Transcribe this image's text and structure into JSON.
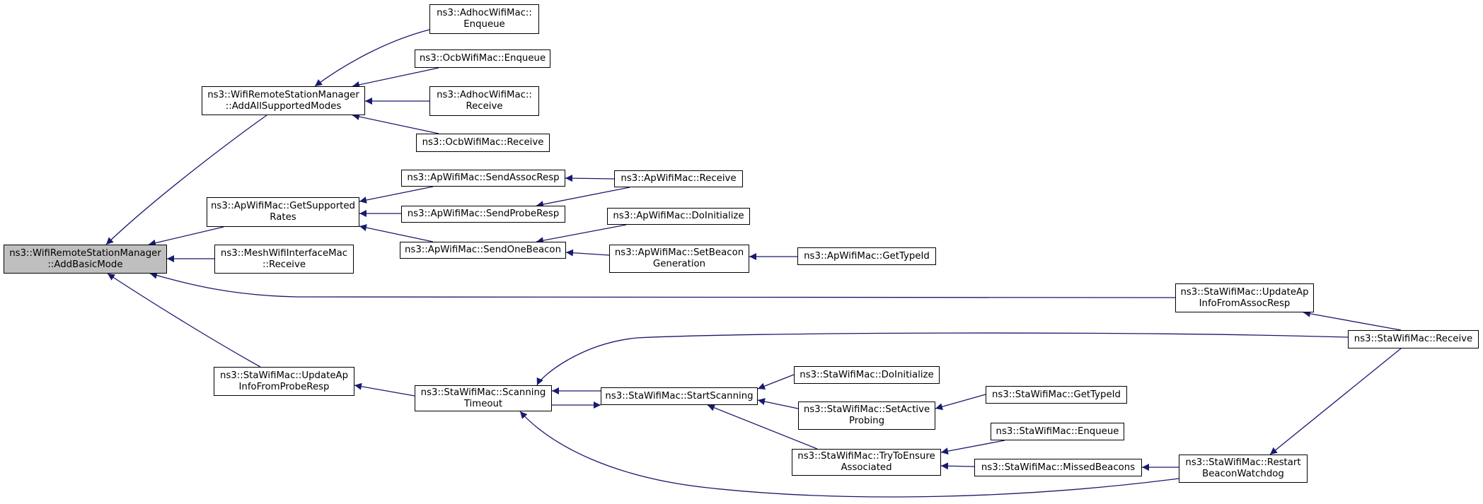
{
  "diagram": {
    "type": "caller-graph",
    "colors": {
      "edge": "#191970",
      "node_border": "#000000",
      "node_fill": "#ffffff",
      "root_fill": "#bfbfbf",
      "text": "#000000"
    },
    "nodes": [
      {
        "id": "root",
        "lines": [
          "ns3::WifiRemoteStationManager",
          "::AddBasicMode"
        ],
        "root": true
      },
      {
        "id": "addallsupported",
        "lines": [
          "ns3::WifiRemoteStationManager",
          "::AddAllSupportedModes"
        ]
      },
      {
        "id": "adhoc_enqueue",
        "lines": [
          "ns3::AdhocWifiMac::",
          "Enqueue"
        ]
      },
      {
        "id": "ocb_enqueue",
        "lines": [
          "ns3::OcbWifiMac::Enqueue"
        ]
      },
      {
        "id": "adhoc_receive",
        "lines": [
          "ns3::AdhocWifiMac::",
          "Receive"
        ]
      },
      {
        "id": "ocb_receive",
        "lines": [
          "ns3::OcbWifiMac::Receive"
        ]
      },
      {
        "id": "ap_getsupportedrates",
        "lines": [
          "ns3::ApWifiMac::GetSupported",
          "Rates"
        ]
      },
      {
        "id": "ap_sendassocresp",
        "lines": [
          "ns3::ApWifiMac::SendAssocResp"
        ]
      },
      {
        "id": "ap_receive",
        "lines": [
          "ns3::ApWifiMac::Receive"
        ]
      },
      {
        "id": "ap_sendproberesp",
        "lines": [
          "ns3::ApWifiMac::SendProbeResp"
        ]
      },
      {
        "id": "ap_doinitialize",
        "lines": [
          "ns3::ApWifiMac::DoInitialize"
        ]
      },
      {
        "id": "ap_sendonebeacon",
        "lines": [
          "ns3::ApWifiMac::SendOneBeacon"
        ]
      },
      {
        "id": "ap_setbeacongeneration",
        "lines": [
          "ns3::ApWifiMac::SetBeacon",
          "Generation"
        ]
      },
      {
        "id": "ap_gettypeid",
        "lines": [
          "ns3::ApWifiMac::GetTypeId"
        ]
      },
      {
        "id": "mesh_receive",
        "lines": [
          "ns3::MeshWifiInterfaceMac",
          "::Receive"
        ]
      },
      {
        "id": "sta_updateapassoc",
        "lines": [
          "ns3::StaWifiMac::UpdateAp",
          "InfoFromAssocResp"
        ]
      },
      {
        "id": "sta_receive",
        "lines": [
          "ns3::StaWifiMac::Receive"
        ]
      },
      {
        "id": "sta_updateapprobe",
        "lines": [
          "ns3::StaWifiMac::UpdateAp",
          "InfoFromProbeResp"
        ]
      },
      {
        "id": "sta_scanningtimeout",
        "lines": [
          "ns3::StaWifiMac::Scanning",
          "Timeout"
        ]
      },
      {
        "id": "sta_startscanning",
        "lines": [
          "ns3::StaWifiMac::StartScanning"
        ]
      },
      {
        "id": "sta_doinitialize",
        "lines": [
          "ns3::StaWifiMac::DoInitialize"
        ]
      },
      {
        "id": "sta_setactiveprobing",
        "lines": [
          "ns3::StaWifiMac::SetActive",
          "Probing"
        ]
      },
      {
        "id": "sta_gettypeid",
        "lines": [
          "ns3::StaWifiMac::GetTypeId"
        ]
      },
      {
        "id": "sta_trytoensure",
        "lines": [
          "ns3::StaWifiMac::TryToEnsure",
          "Associated"
        ]
      },
      {
        "id": "sta_enqueue",
        "lines": [
          "ns3::StaWifiMac::Enqueue"
        ]
      },
      {
        "id": "sta_missedbeacons",
        "lines": [
          "ns3::StaWifiMac::MissedBeacons"
        ]
      },
      {
        "id": "sta_restartbeacon",
        "lines": [
          "ns3::StaWifiMac::Restart",
          "BeaconWatchdog"
        ]
      }
    ],
    "edges": [
      {
        "from": "addallsupported",
        "to": "root"
      },
      {
        "from": "ap_getsupportedrates",
        "to": "root"
      },
      {
        "from": "mesh_receive",
        "to": "root"
      },
      {
        "from": "sta_updateapassoc",
        "to": "root"
      },
      {
        "from": "sta_updateapprobe",
        "to": "root"
      },
      {
        "from": "adhoc_enqueue",
        "to": "addallsupported"
      },
      {
        "from": "ocb_enqueue",
        "to": "addallsupported"
      },
      {
        "from": "adhoc_receive",
        "to": "addallsupported"
      },
      {
        "from": "ocb_receive",
        "to": "addallsupported"
      },
      {
        "from": "ap_sendassocresp",
        "to": "ap_getsupportedrates"
      },
      {
        "from": "ap_sendproberesp",
        "to": "ap_getsupportedrates"
      },
      {
        "from": "ap_sendonebeacon",
        "to": "ap_getsupportedrates"
      },
      {
        "from": "ap_receive",
        "to": "ap_sendassocresp"
      },
      {
        "from": "ap_receive",
        "to": "ap_sendproberesp"
      },
      {
        "from": "ap_doinitialize",
        "to": "ap_sendonebeacon"
      },
      {
        "from": "ap_setbeacongeneration",
        "to": "ap_sendonebeacon"
      },
      {
        "from": "ap_gettypeid",
        "to": "ap_setbeacongeneration"
      },
      {
        "from": "sta_receive",
        "to": "sta_updateapassoc"
      },
      {
        "from": "sta_receive",
        "to": "sta_scanningtimeout"
      },
      {
        "from": "sta_scanningtimeout",
        "to": "sta_updateapprobe"
      },
      {
        "from": "sta_startscanning",
        "to": "sta_scanningtimeout"
      },
      {
        "from": "sta_scanningtimeout",
        "to": "sta_startscanning"
      },
      {
        "from": "sta_restartbeacon",
        "to": "sta_scanningtimeout"
      },
      {
        "from": "sta_doinitialize",
        "to": "sta_startscanning"
      },
      {
        "from": "sta_setactiveprobing",
        "to": "sta_startscanning"
      },
      {
        "from": "sta_trytoensure",
        "to": "sta_startscanning"
      },
      {
        "from": "sta_gettypeid",
        "to": "sta_setactiveprobing"
      },
      {
        "from": "sta_enqueue",
        "to": "sta_trytoensure"
      },
      {
        "from": "sta_missedbeacons",
        "to": "sta_trytoensure"
      },
      {
        "from": "sta_restartbeacon",
        "to": "sta_missedbeacons"
      },
      {
        "from": "sta_receive",
        "to": "sta_restartbeacon"
      }
    ]
  }
}
